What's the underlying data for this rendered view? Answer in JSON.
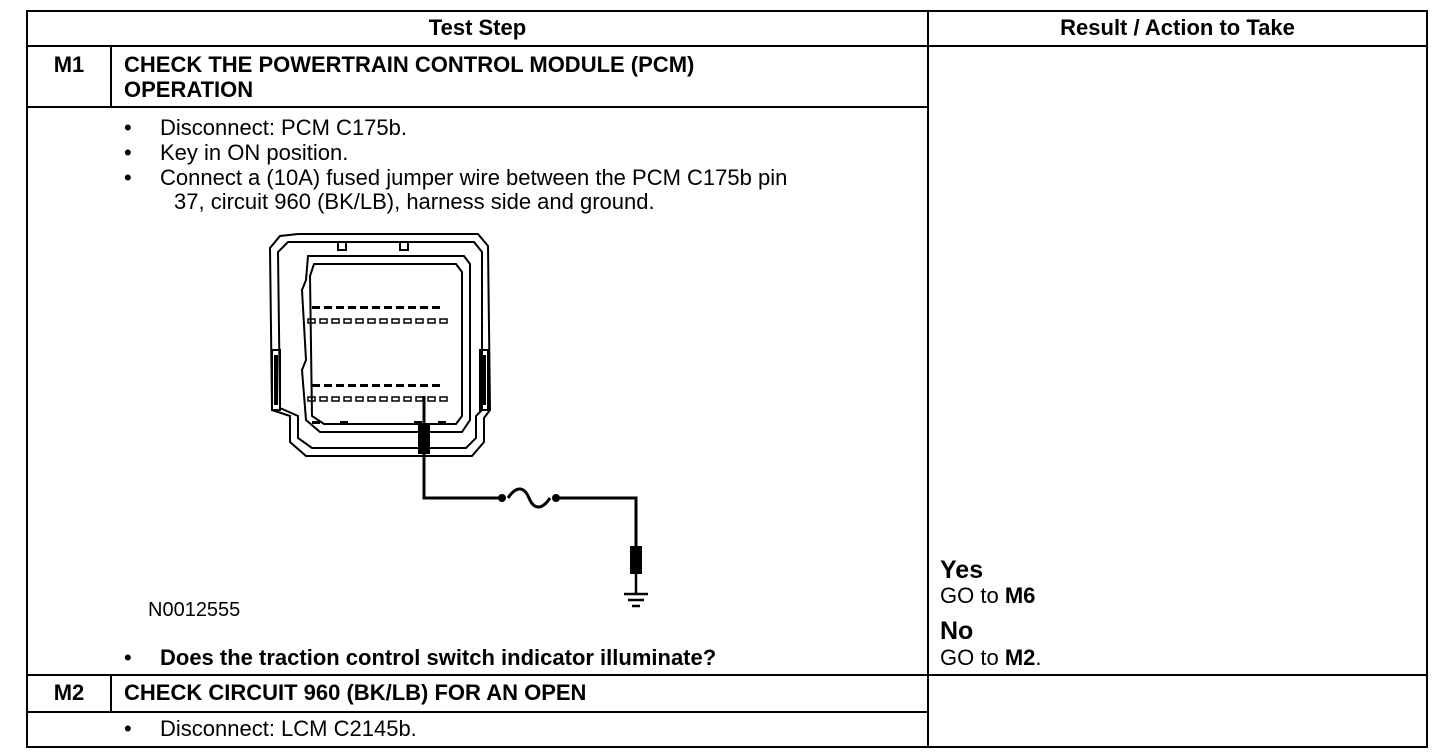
{
  "header": {
    "test_step": "Test Step",
    "result_action": "Result / Action to Take"
  },
  "steps": [
    {
      "id": "M1",
      "title_line1": "CHECK THE POWERTRAIN CONTROL MODULE (PCM)",
      "title_line2": "OPERATION",
      "instructions": [
        "Disconnect: PCM C175b.",
        "Key in ON position.",
        "Connect a (10A) fused jumper wire between the PCM C175b pin",
        "37, circuit 960 (BK/LB), harness side and ground."
      ],
      "figure_id": "N0012555",
      "question": "Does the traction control switch indicator illuminate?",
      "results": {
        "yes_label": "Yes",
        "yes_goto_prefix": "GO to",
        "yes_goto_step": "M6",
        "no_label": "No",
        "no_goto_prefix": "GO to",
        "no_goto_step": "M2",
        "no_goto_suffix": "."
      }
    },
    {
      "id": "M2",
      "title_line1": "CHECK CIRCUIT 960 (BK/LB) FOR AN OPEN",
      "instructions": [
        "Disconnect: LCM C2145b."
      ]
    }
  ],
  "bullet_char": "•"
}
